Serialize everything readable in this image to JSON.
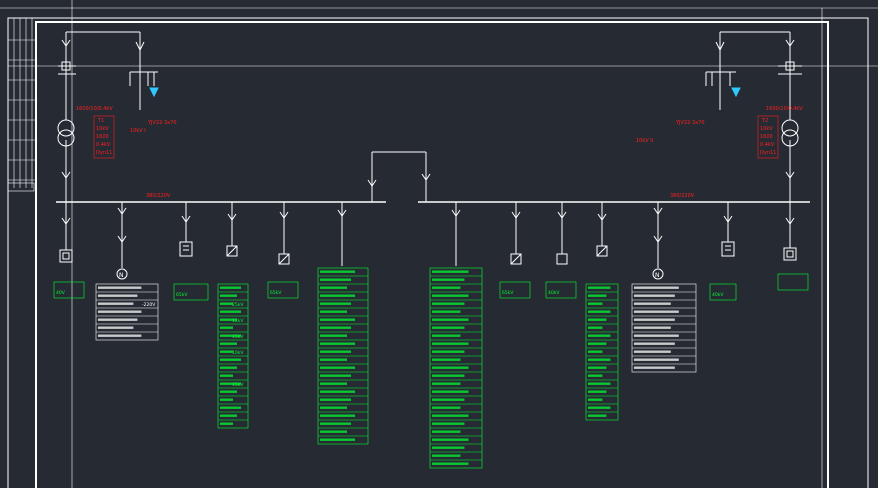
{
  "colors": {
    "background": "#262a33",
    "line": "#ffffff",
    "red": "#ff2020",
    "green": "#00ff30",
    "cyan": "#30c8ff",
    "label_green": "#00ff30"
  },
  "left_transformer": {
    "line1": "1600/10/0.4kV",
    "box": [
      "T1",
      "10kV",
      "1600",
      "0.4kV",
      "Dyn11"
    ]
  },
  "left_feeder_label": {
    "line1": "YJV22-3x70",
    "line2": "10kV I"
  },
  "right_transformer": {
    "line1": "1600/10/0.4kV",
    "box": [
      "T2",
      "10kV",
      "1600",
      "0.4kV",
      "Dyn11"
    ]
  },
  "right_feeder_label": {
    "line1": "YJV22-3x70",
    "line2": "10kV II"
  },
  "bus_left_label": "380/220V",
  "bus_right_label": "380/220V",
  "tie_label": "",
  "left_page_label": "",
  "columns": [
    {
      "id": "c1",
      "tag": [
        "",
        "40V"
      ],
      "list_white": []
    },
    {
      "id": "c2",
      "tag": [],
      "list_white": [
        "",
        "",
        "-220V",
        "",
        "",
        "",
        ""
      ]
    },
    {
      "id": "c3",
      "tag": [
        "",
        "65kV"
      ],
      "list_white": []
    },
    {
      "id": "c4",
      "tag": [],
      "list_green": [
        "",
        "",
        "25kV",
        "",
        "12kV",
        "",
        "15kV",
        "",
        "10kV",
        "",
        "",
        "",
        "15kV",
        "",
        "",
        "",
        "",
        ""
      ]
    },
    {
      "id": "c5",
      "tag": [
        "",
        "65kV"
      ],
      "list_white": []
    },
    {
      "id": "c6",
      "tag": [],
      "list_green": [
        "",
        "",
        "",
        "",
        "",
        "",
        "",
        "",
        "",
        "",
        "",
        "",
        "",
        "",
        "",
        "",
        "",
        "",
        "",
        "",
        "",
        ""
      ]
    },
    {
      "id": "c7",
      "tag": [],
      "list_green": [
        "",
        "",
        "",
        "",
        "",
        "",
        "",
        "",
        "",
        "",
        "",
        "",
        "",
        "",
        "",
        "",
        "",
        "",
        "",
        "",
        "",
        "",
        "",
        "",
        ""
      ]
    },
    {
      "id": "c8",
      "tag": [
        "",
        "65kV"
      ],
      "list_white": []
    },
    {
      "id": "c9",
      "tag": [
        "",
        "40kV"
      ],
      "list_white": []
    },
    {
      "id": "c10",
      "tag": [],
      "list_green": [
        "",
        "",
        "",
        "",
        "",
        "",
        "",
        "",
        "",
        "",
        "",
        "",
        "",
        "",
        "",
        "",
        ""
      ]
    },
    {
      "id": "c11",
      "tag": [],
      "list_white": [
        "",
        "",
        "",
        "",
        "",
        "",
        "",
        "",
        "",
        "",
        ""
      ]
    },
    {
      "id": "c12",
      "tag": [
        "",
        "40kV"
      ],
      "list_white": []
    },
    {
      "id": "c13",
      "tag": [
        "",
        ""
      ],
      "list_white": []
    }
  ]
}
